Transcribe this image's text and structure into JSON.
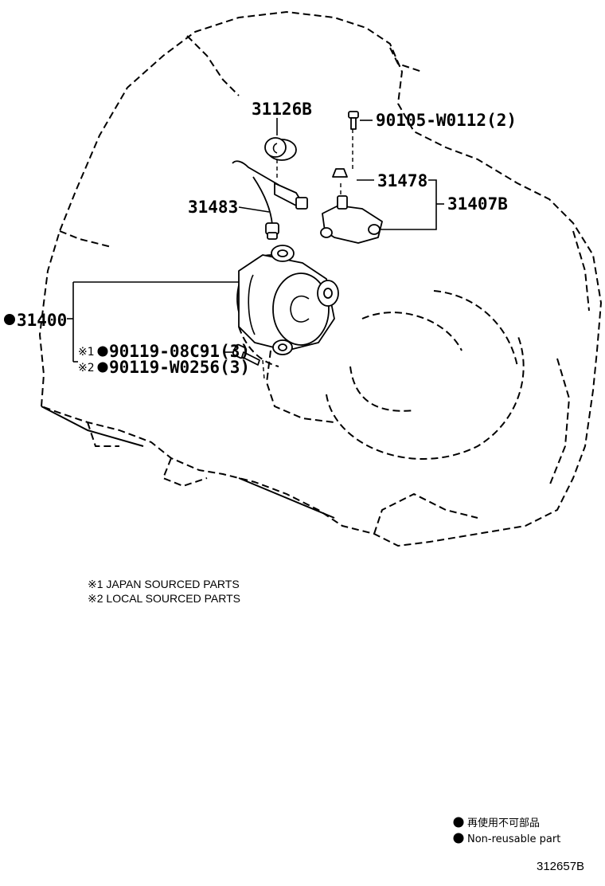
{
  "parts": {
    "p31126B": "31126B",
    "p90105": "90105-W0112(2)",
    "p31478": "31478",
    "p31407B": "31407B",
    "p31483": "31483",
    "p31400": "31400",
    "p90119_a": "90119-08C91(3)",
    "p90119_b": "90119-W0256(3)"
  },
  "ref_marks": {
    "m1": "※1",
    "m2": "※2"
  },
  "notes": {
    "n1": "※1 JAPAN SOURCED PARTS",
    "n2": "※2 LOCAL SOURCED PARTS"
  },
  "legend": {
    "jp": "再使用不可部品",
    "en": "Non-reusable part"
  },
  "illustration_code": "312657B",
  "colors": {
    "ink": "#000000",
    "paper": "#ffffff"
  },
  "icons": {
    "non_reusable": "filled-circle-icon"
  }
}
